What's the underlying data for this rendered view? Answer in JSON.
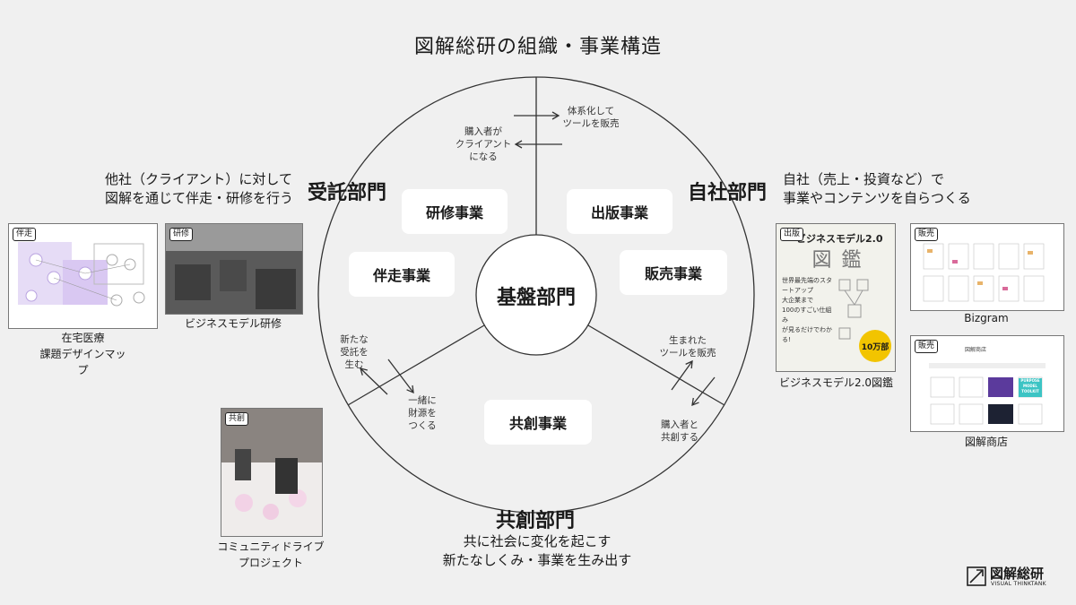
{
  "title": "図解総研の組織・事業構造",
  "center": "基盤部門",
  "departments": {
    "commission": {
      "name": "受託部門",
      "desc": [
        "他社（クライアント）に対して",
        "図解を通じて伴走・研修を行う"
      ]
    },
    "own": {
      "name": "自社部門",
      "desc": [
        "自社（売上・投資など）で",
        "事業やコンテンツを自らつくる"
      ]
    },
    "cocreation": {
      "name": "共創部門",
      "desc": [
        "共に社会に変化を起こす",
        "新たなしくみ・事業を生み出す"
      ]
    }
  },
  "businesses": {
    "training": "研修事業",
    "accompany": "伴走事業",
    "publishing": "出版事業",
    "sales": "販売事業",
    "cocreation": "共創事業"
  },
  "flows": {
    "top_right": [
      "体系化して",
      "ツールを販売"
    ],
    "top_left": [
      "購入者が",
      "クライアント",
      "になる"
    ],
    "left_up": [
      "新たな",
      "受託を",
      "生む"
    ],
    "left_down": [
      "一緒に",
      "財源を",
      "つくる"
    ],
    "right_up": [
      "生まれた",
      "ツールを販売"
    ],
    "right_down": [
      "購入者と",
      "共創する"
    ]
  },
  "cases": {
    "home_care": {
      "tag": "伴走",
      "caption": [
        "在宅医療",
        "課題デザインマップ"
      ]
    },
    "bm_training": {
      "tag": "研修",
      "caption": [
        "ビジネスモデル研修"
      ]
    },
    "community": {
      "tag": "共創",
      "caption": [
        "コミュニティドライブ",
        "プロジェクト"
      ]
    },
    "book": {
      "tag": "出版",
      "caption": [
        "ビジネスモデル2.0図鑑"
      ],
      "cover_title": "ビジネスモデル2.0",
      "cover_big": "図 鑑",
      "cover_badge": "10万部",
      "cover_lines": [
        "世界最先端のスタートアップ",
        "大企業まで",
        "100のすごい仕組み",
        "が見るだけでわかる!"
      ]
    },
    "bizgram": {
      "tag": "販売",
      "caption": [
        "Bizgram"
      ]
    },
    "shop": {
      "tag": "販売",
      "caption": [
        "図解商店"
      ],
      "header": "図解商店",
      "banner": [
        "PURPOSE",
        "MODEL",
        "TOOLKIT"
      ]
    }
  },
  "logo": {
    "name": "図解総研",
    "sub": "VISUAL THINKTANK"
  }
}
